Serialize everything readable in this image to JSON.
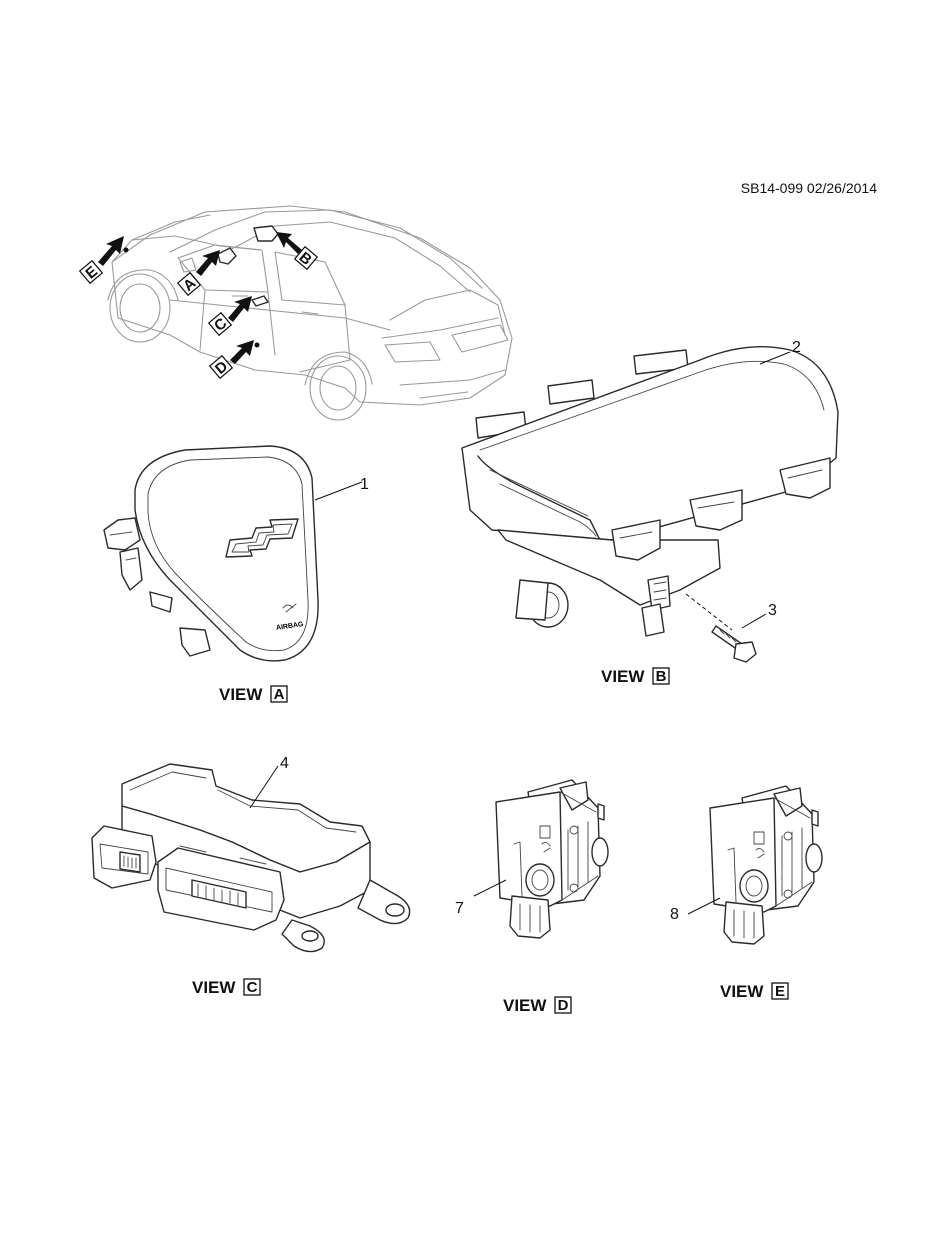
{
  "document_id": "SB14-099 02/26/2014",
  "locator_letters": [
    "E",
    "A",
    "B",
    "C",
    "D"
  ],
  "views": [
    {
      "prefix": "VIEW",
      "letter": "A"
    },
    {
      "prefix": "VIEW",
      "letter": "B"
    },
    {
      "prefix": "VIEW",
      "letter": "C"
    },
    {
      "prefix": "VIEW",
      "letter": "D"
    },
    {
      "prefix": "VIEW",
      "letter": "E"
    }
  ],
  "callouts": [
    "1",
    "2",
    "3",
    "4",
    "7",
    "8"
  ],
  "airbag_text": "AIRBAG"
}
